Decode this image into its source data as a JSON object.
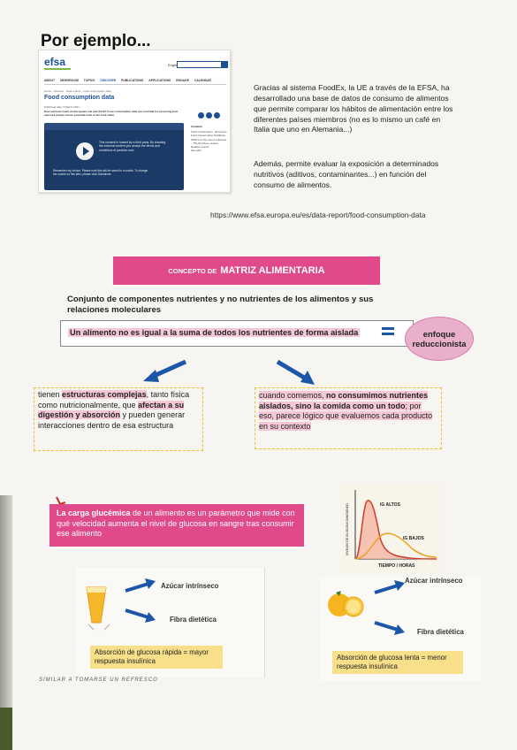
{
  "title": "Por ejemplo...",
  "efsa_screenshot": {
    "logo": "efsa",
    "lang": "English",
    "nav": [
      "ABOUT",
      "NEWSROOM",
      "TOPICS",
      "DISCOVER",
      "PUBLICATIONS",
      "APPLICATIONS",
      "ENGAGE",
      "CALENDAR"
    ],
    "nav_active_index": 3,
    "breadcrumbs": "Home · Discover · Data reports · Food consumption data",
    "heading": "Food consumption data",
    "published": "Published date: 5 March 2021",
    "lede": "How and how much do Europeans eat and drink? Food consumption data are essential for assessing how exposed people can be potential risks in the food chain.",
    "video_text": "This content is hosted by a third party. By showing the external content you accept the terms and conditions of youtube.com",
    "video_text2": "Remember my choice. Please note this will be saved in a cookie. To change the cookie do this later, please click Disclaimer",
    "side_title": "Contents",
    "side_items": [
      "Food consumption · European Food Consumption Database",
      "What's on the menu in Europe – The EU Menu project",
      "Related reports",
      "See also"
    ]
  },
  "para1": "Gracias al sistema FoodEx, la UE a través de la EFSA, ha desarrollado una base de datos de consumo de alimentos que permite comparar los hábitos de alimentación entre los diferentes países miembros (no es lo mismo un café en Italia que uno en Alemania...)",
  "para2": "Además, permite evaluar la exposición a determinados nutritivos (aditivos, contaminantes...) en función del consumo de alimentos.",
  "url": "https://www.efsa.europa.eu/es/data-report/food-consumption-data",
  "concept": {
    "prefix": "CONCEPTO DE",
    "name": "MATRIZ ALIMENTARIA"
  },
  "definition": "Conjunto de componentes nutrientes y no nutrientes de los alimentos y sus relaciones moleculares",
  "statement": "Un alimento no es igual a la suma de todos los nutrientes de forma aislada",
  "bubble": "enfoque reduccionista",
  "left_note": {
    "pre": "tienen ",
    "bold1": "estructuras complejas",
    "mid1": ", tanto física como nutricionalmente, que ",
    "bold2": "afectan a su digestión y absorción",
    "end": " y pueden generar interacciones dentro de esa estructura"
  },
  "right_note": {
    "pre": "cuando comemos, ",
    "bold": "no consumimos nutrientes aislados, sino la comida como un todo",
    "end": "; por eso, parece lógico que evaluemos cada producto en su contexto"
  },
  "glycemic": {
    "bold": "La carga glucémica",
    "rest": " de un alimento es un parámetro que mide con qué velocidad aumenta el nivel de glucosa en sangre tras consumir ese alimento"
  },
  "graph": {
    "ylabel": "NIVELES DE GLUCOSA SANGUÍNEO",
    "xlabel": "TIEMPO / HORAS",
    "high": "IG ALTOS",
    "low": "IG BAJOS",
    "colors": {
      "high": "#d63a2a",
      "low": "#f0a020",
      "axis": "#333333"
    }
  },
  "juice": {
    "label1": "Azúcar intrínseco",
    "label2": "Fibra dietética",
    "result": "Absorción de glucosa rápida = mayor respuesta insulínica"
  },
  "orange": {
    "label1": "Azúcar intrínseco",
    "label2": "Fibra dietética",
    "result": "Absorción de glucosa lenta = menor respuesta insulínica"
  },
  "bottom_scribble": "SIMILAR A TOMARSE UN REFRESCO"
}
